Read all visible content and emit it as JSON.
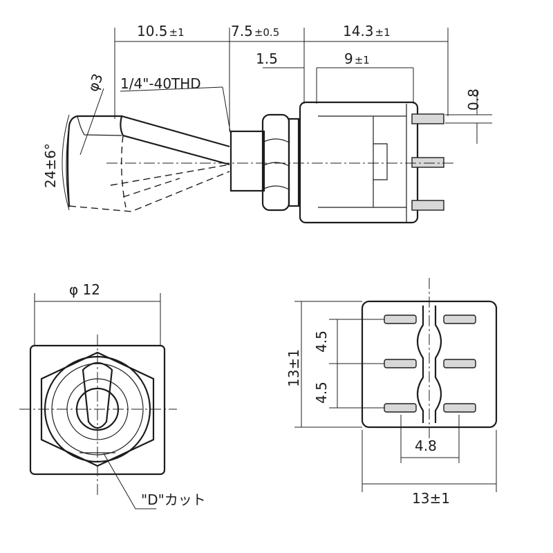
{
  "side_view": {
    "dim_lever_length": "10.5",
    "dim_lever_length_tol": "±1",
    "dim_bushing_length": "7.5",
    "dim_bushing_length_tol": "±0.5",
    "dim_body_length": "14.3",
    "dim_body_length_tol": "±1",
    "dim_flange": "1.5",
    "dim_terminal": "9",
    "dim_terminal_tol": "±1",
    "dim_terminal_thickness": "0.8",
    "lever_diameter": "φ3",
    "thread_spec": "1/4\"-40THD",
    "throw_angle": "24±6°"
  },
  "front_view": {
    "dim_diameter": "φ 12",
    "d_cut_label": "\"D\"カット"
  },
  "rear_view": {
    "dim_height": "13±1",
    "dim_pitch_upper": "4.5",
    "dim_pitch_lower": "4.5",
    "dim_row_spacing": "4.8",
    "dim_width": "13±1"
  }
}
